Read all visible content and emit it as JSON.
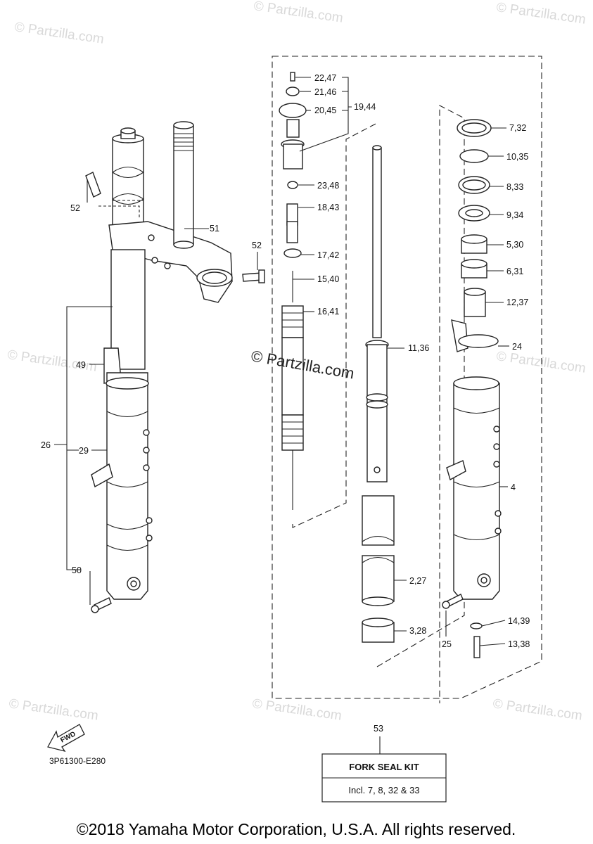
{
  "diagram": {
    "callouts": [
      {
        "id": "22-47",
        "text": "22,47"
      },
      {
        "id": "21-46",
        "text": "21,46"
      },
      {
        "id": "20-45",
        "text": "20,45"
      },
      {
        "id": "19-44",
        "text": "19,44"
      },
      {
        "id": "23-48",
        "text": "23,48"
      },
      {
        "id": "18-43",
        "text": "18,43"
      },
      {
        "id": "17-42",
        "text": "17,42"
      },
      {
        "id": "15-40",
        "text": "15,40"
      },
      {
        "id": "16-41",
        "text": "16,41"
      },
      {
        "id": "11-36",
        "text": "11,36"
      },
      {
        "id": "2-27",
        "text": "2,27"
      },
      {
        "id": "3-28",
        "text": "3,28"
      },
      {
        "id": "7-32",
        "text": "7,32"
      },
      {
        "id": "10-35",
        "text": "10,35"
      },
      {
        "id": "8-33",
        "text": "8,33"
      },
      {
        "id": "9-34",
        "text": "9,34"
      },
      {
        "id": "5-30",
        "text": "5,30"
      },
      {
        "id": "6-31",
        "text": "6,31"
      },
      {
        "id": "12-37",
        "text": "12,37"
      },
      {
        "id": "24",
        "text": "24"
      },
      {
        "id": "4",
        "text": "4"
      },
      {
        "id": "14-39",
        "text": "14,39"
      },
      {
        "id": "13-38",
        "text": "13,38"
      },
      {
        "id": "25",
        "text": "25"
      },
      {
        "id": "52a",
        "text": "52"
      },
      {
        "id": "51",
        "text": "51"
      },
      {
        "id": "52b",
        "text": "52"
      },
      {
        "id": "49",
        "text": "49"
      },
      {
        "id": "26",
        "text": "26"
      },
      {
        "id": "29",
        "text": "29"
      },
      {
        "id": "50",
        "text": "50"
      },
      {
        "id": "53",
        "text": "53"
      }
    ],
    "kit": {
      "title": "FORK SEAL KIT",
      "description": "Incl. 7, 8, 32 & 33"
    },
    "fwd_label": "FWD",
    "reference_code": "3P61300-E280",
    "watermark": "© Partzilla.com",
    "copyright": "©2018 Yamaha Motor Corporation, U.S.A. All rights reserved."
  }
}
